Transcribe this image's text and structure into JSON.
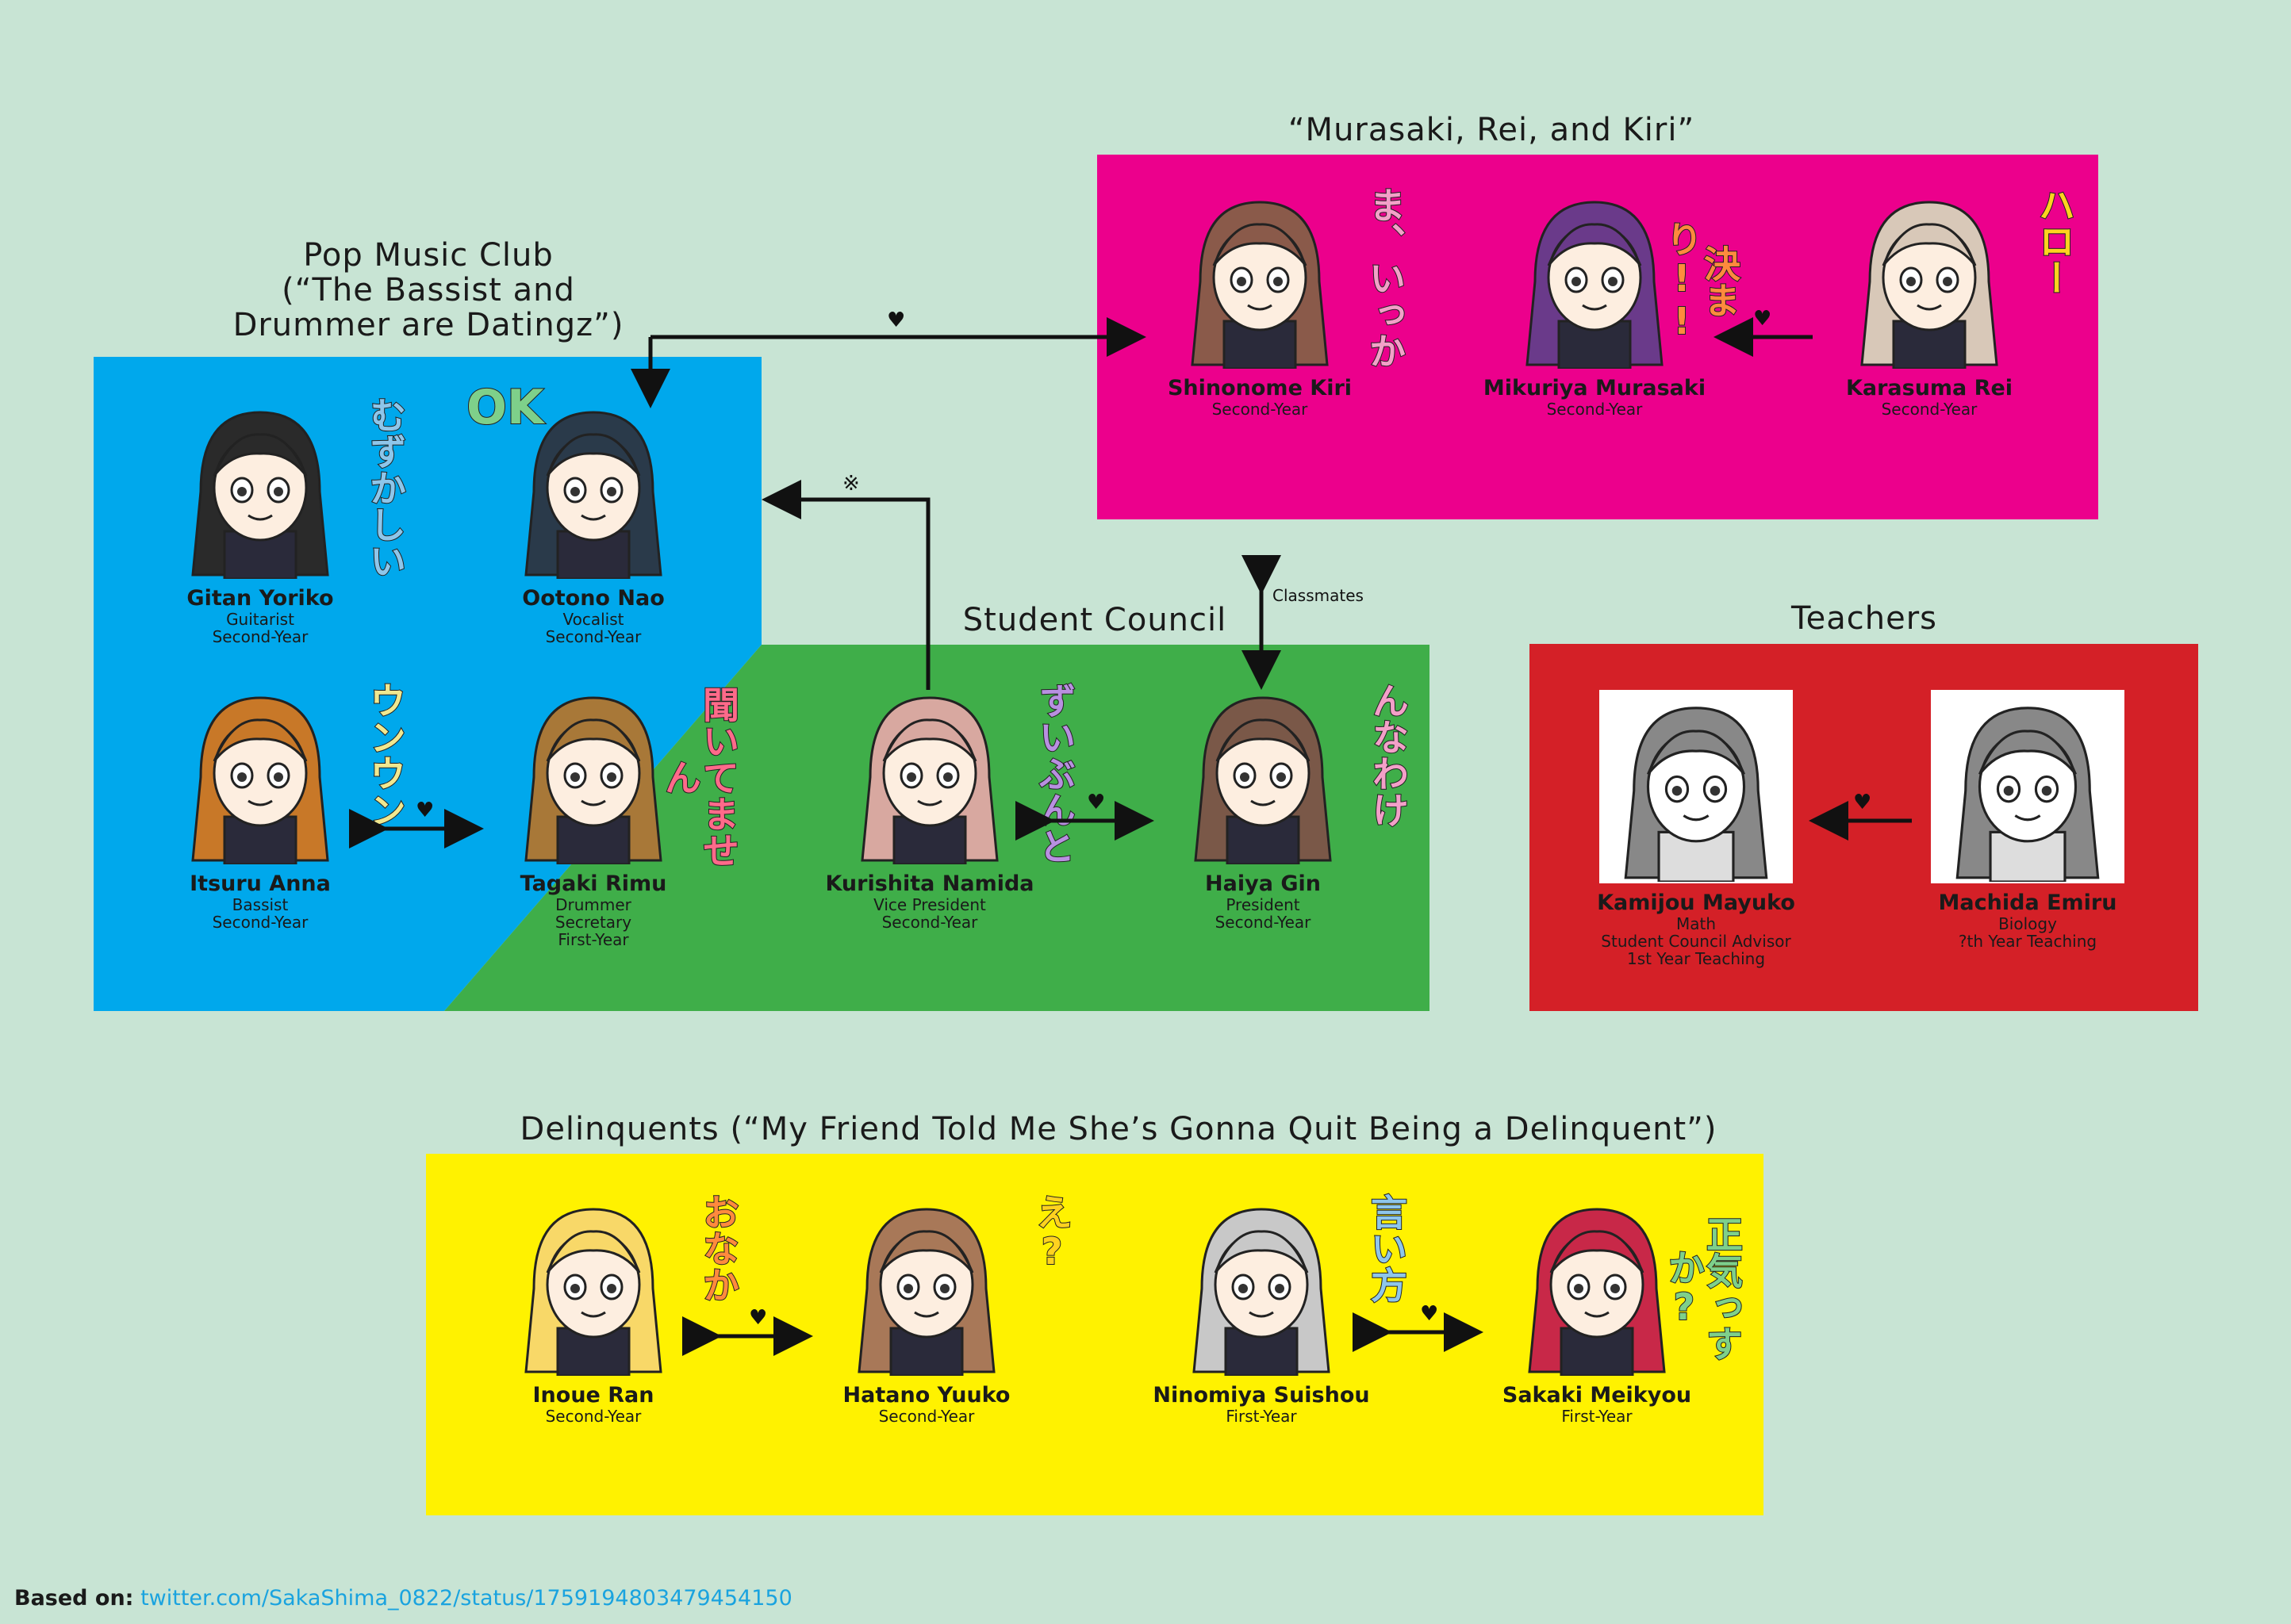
{
  "groups": {
    "mrk": {
      "title": "“Murasaki, Rei, and Kiri”",
      "color": "#ec008c"
    },
    "pop": {
      "title": "Pop Music Club",
      "subtitle1": "(“The Bassist and",
      "subtitle2": "Drummer are Datingz”)",
      "color": "#00a8ec"
    },
    "council": {
      "title": "Student Council",
      "color": "#3fae49"
    },
    "teachers": {
      "title": "Teachers",
      "color": "#d42027"
    },
    "delinquents": {
      "title": "Delinquents (“My Friend Told Me She’s Gonna Quit Being a Delinquent”)",
      "color": "#fff200"
    }
  },
  "characters": {
    "kiri": {
      "name": "Shinonome Kiri",
      "roles": [
        "Second-Year"
      ],
      "tagline": "ま、いっか",
      "hair": "#8a5a4a"
    },
    "murasaki": {
      "name": "Mikuriya Murasaki",
      "roles": [
        "Second-Year"
      ],
      "tagline": "決まり!!",
      "hair": "#6a3a8a"
    },
    "rei": {
      "name": "Karasuma Rei",
      "roles": [
        "Second-Year"
      ],
      "tagline": "ハロー",
      "hair": "#d8c8b8"
    },
    "yoriko": {
      "name": "Gitan Yoriko",
      "roles": [
        "Guitarist",
        "Second-Year"
      ],
      "tagline": "むずかしい",
      "hair": "#2a2a2a"
    },
    "nao": {
      "name": "Ootono Nao",
      "roles": [
        "Vocalist",
        "Second-Year"
      ],
      "tagline": "OK",
      "hair": "#2a3a4a"
    },
    "anna": {
      "name": "Itsuru Anna",
      "roles": [
        "Bassist",
        "Second-Year"
      ],
      "tagline": "ウンウン",
      "hair": "#c87828"
    },
    "rimu": {
      "name": "Tagaki Rimu",
      "roles": [
        "Drummer",
        "Secretary",
        "First-Year"
      ],
      "tagline": "聞いてません",
      "hair": "#a87838"
    },
    "namida": {
      "name": "Kurishita Namida",
      "roles": [
        "Vice President",
        "Second-Year"
      ],
      "tagline": "ずいぶんと",
      "hair": "#d8a8a0"
    },
    "gin": {
      "name": "Haiya Gin",
      "roles": [
        "President",
        "Second-Year"
      ],
      "tagline": "んなわけ",
      "hair": "#7a5848"
    },
    "mayuko": {
      "name": "Kamijou Mayuko",
      "roles": [
        "Math",
        "Student Council Advisor",
        "1st Year Teaching"
      ]
    },
    "emiru": {
      "name": "Machida Emiru",
      "roles": [
        "Biology",
        "?th Year Teaching"
      ]
    },
    "ran": {
      "name": "Inoue Ran",
      "roles": [
        "Second-Year"
      ],
      "tagline": "おなか",
      "hair": "#f8d868"
    },
    "yuuko": {
      "name": "Hatano Yuuko",
      "roles": [
        "Second-Year"
      ],
      "tagline": "え?",
      "hair": "#a87858"
    },
    "suishou": {
      "name": "Ninomiya Suishou",
      "roles": [
        "First-Year"
      ],
      "tagline": "言い方",
      "hair": "#c8c8c8"
    },
    "meikyou": {
      "name": "Sakaki Meikyou",
      "roles": [
        "First-Year"
      ],
      "tagline": "正気っすか?",
      "hair": "#c82848"
    }
  },
  "links": {
    "heart": "♥",
    "note": "※",
    "classmates": "Classmates"
  },
  "footer": {
    "label": "Based on:",
    "url": "twitter.com/SakaShima_0822/status/1759194803479454150"
  }
}
